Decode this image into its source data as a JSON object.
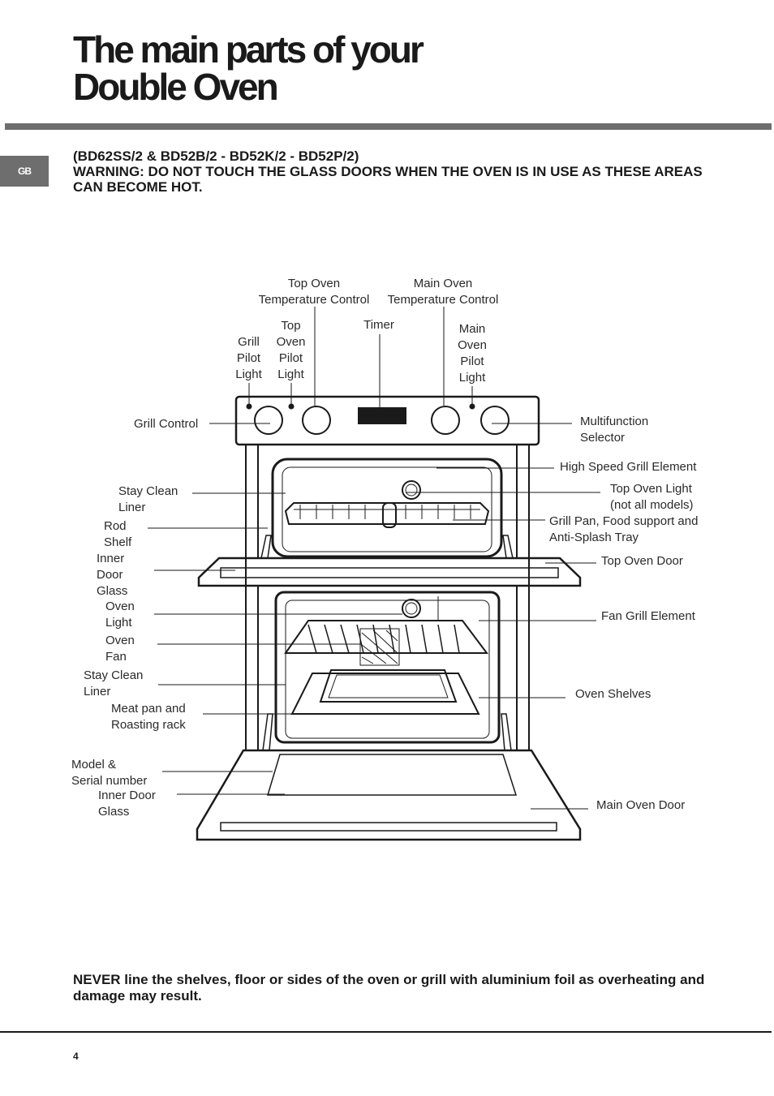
{
  "header": {
    "title_line1": "The main parts of your",
    "title_line2": "Double Oven",
    "lang_tab": "GB"
  },
  "warning": {
    "models": "(BD62SS/2 & BD52B/2 - BD52K/2 - BD52P/2)",
    "text": "WARNING: DO NOT TOUCH THE GLASS DOORS WHEN THE OVEN IS IN USE AS THESE AREAS CAN BECOME HOT."
  },
  "labels": {
    "top_oven_temp_control": "Top Oven\nTemperature Control",
    "main_oven_temp_control": "Main Oven\nTemperature Control",
    "grill_pilot_light": "Grill\nPilot\nLight",
    "top_oven_pilot_light": "Top\nOven\nPilot\nLight",
    "timer": "Timer",
    "main_oven_pilot_light": "Main\nOven\nPilot\nLight",
    "grill_control": "Grill Control",
    "multifunction_selector": "Multifunction\nSelector",
    "high_speed_grill_element": "High Speed Grill Element",
    "stay_clean_liner_top": "Stay Clean\nLiner",
    "top_oven_light": "Top Oven Light\n(not all models)",
    "rod_shelf": "Rod\nShelf",
    "grill_pan": "Grill Pan, Food support and\nAnti-Splash Tray",
    "inner_door_glass_top": "Inner\nDoor\nGlass",
    "top_oven_door": "Top Oven Door",
    "oven_light": "Oven\nLight",
    "fan_grill_element": "Fan Grill Element",
    "oven_fan": "Oven\nFan",
    "stay_clean_liner_main": "Stay Clean\nLiner",
    "oven_shelves": "Oven Shelves",
    "meat_pan": "Meat pan and\nRoasting rack",
    "model_serial": "Model &\nSerial number",
    "inner_door_glass_main": "Inner Door\nGlass",
    "main_oven_door": "Main Oven Door"
  },
  "footer": {
    "never_text": "NEVER line the shelves, floor or sides of the oven or grill with aluminium foil as overheating and damage may result.",
    "page_number": "4"
  }
}
